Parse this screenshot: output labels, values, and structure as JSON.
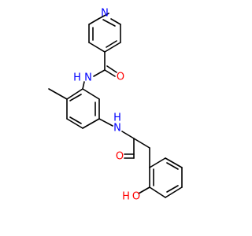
{
  "molecule": {
    "atom_labels": [
      {
        "id": "N_pyridine",
        "text": "N",
        "color": "#0000ff"
      },
      {
        "id": "O_amide1",
        "text": "O",
        "color": "#ff0000"
      },
      {
        "id": "NH_amide1",
        "text": "N",
        "color": "#0000ff"
      },
      {
        "id": "H_amide1",
        "text": "H",
        "color": "#0000ff"
      },
      {
        "id": "NH_amide2",
        "text": "N",
        "color": "#0000ff"
      },
      {
        "id": "H_amide2",
        "text": "H",
        "color": "#0000ff"
      },
      {
        "id": "O_amide2",
        "text": "O",
        "color": "#ff0000"
      },
      {
        "id": "OH_O",
        "text": "O",
        "color": "#ff0000"
      },
      {
        "id": "OH_H",
        "text": "H",
        "color": "#ff0000"
      }
    ]
  }
}
